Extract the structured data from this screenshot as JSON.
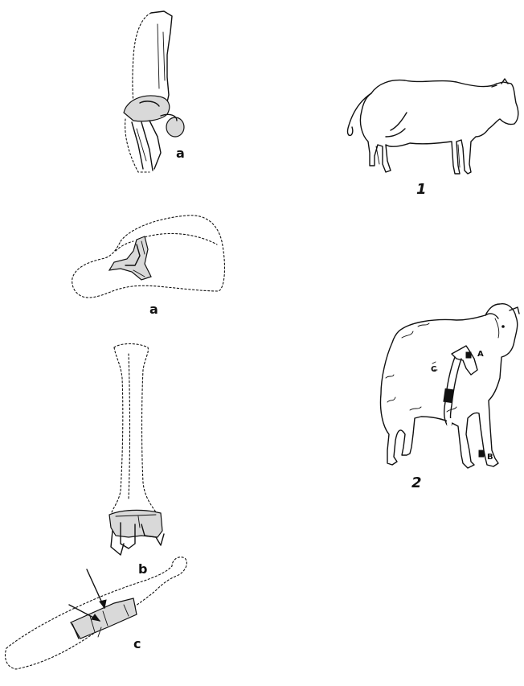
{
  "labels": {
    "bone_upper_a": "a",
    "bone_lower_a": "a",
    "bone_b": "b",
    "bone_c": "c",
    "cow_figure": "1",
    "sheep_figure": "2",
    "sheep_marker_a": "A",
    "sheep_marker_b": "B",
    "sheep_marker_c": "C"
  },
  "colors": {
    "ink": "#111111",
    "background": "#ffffff",
    "bone_fill": "#d9d9d9"
  }
}
